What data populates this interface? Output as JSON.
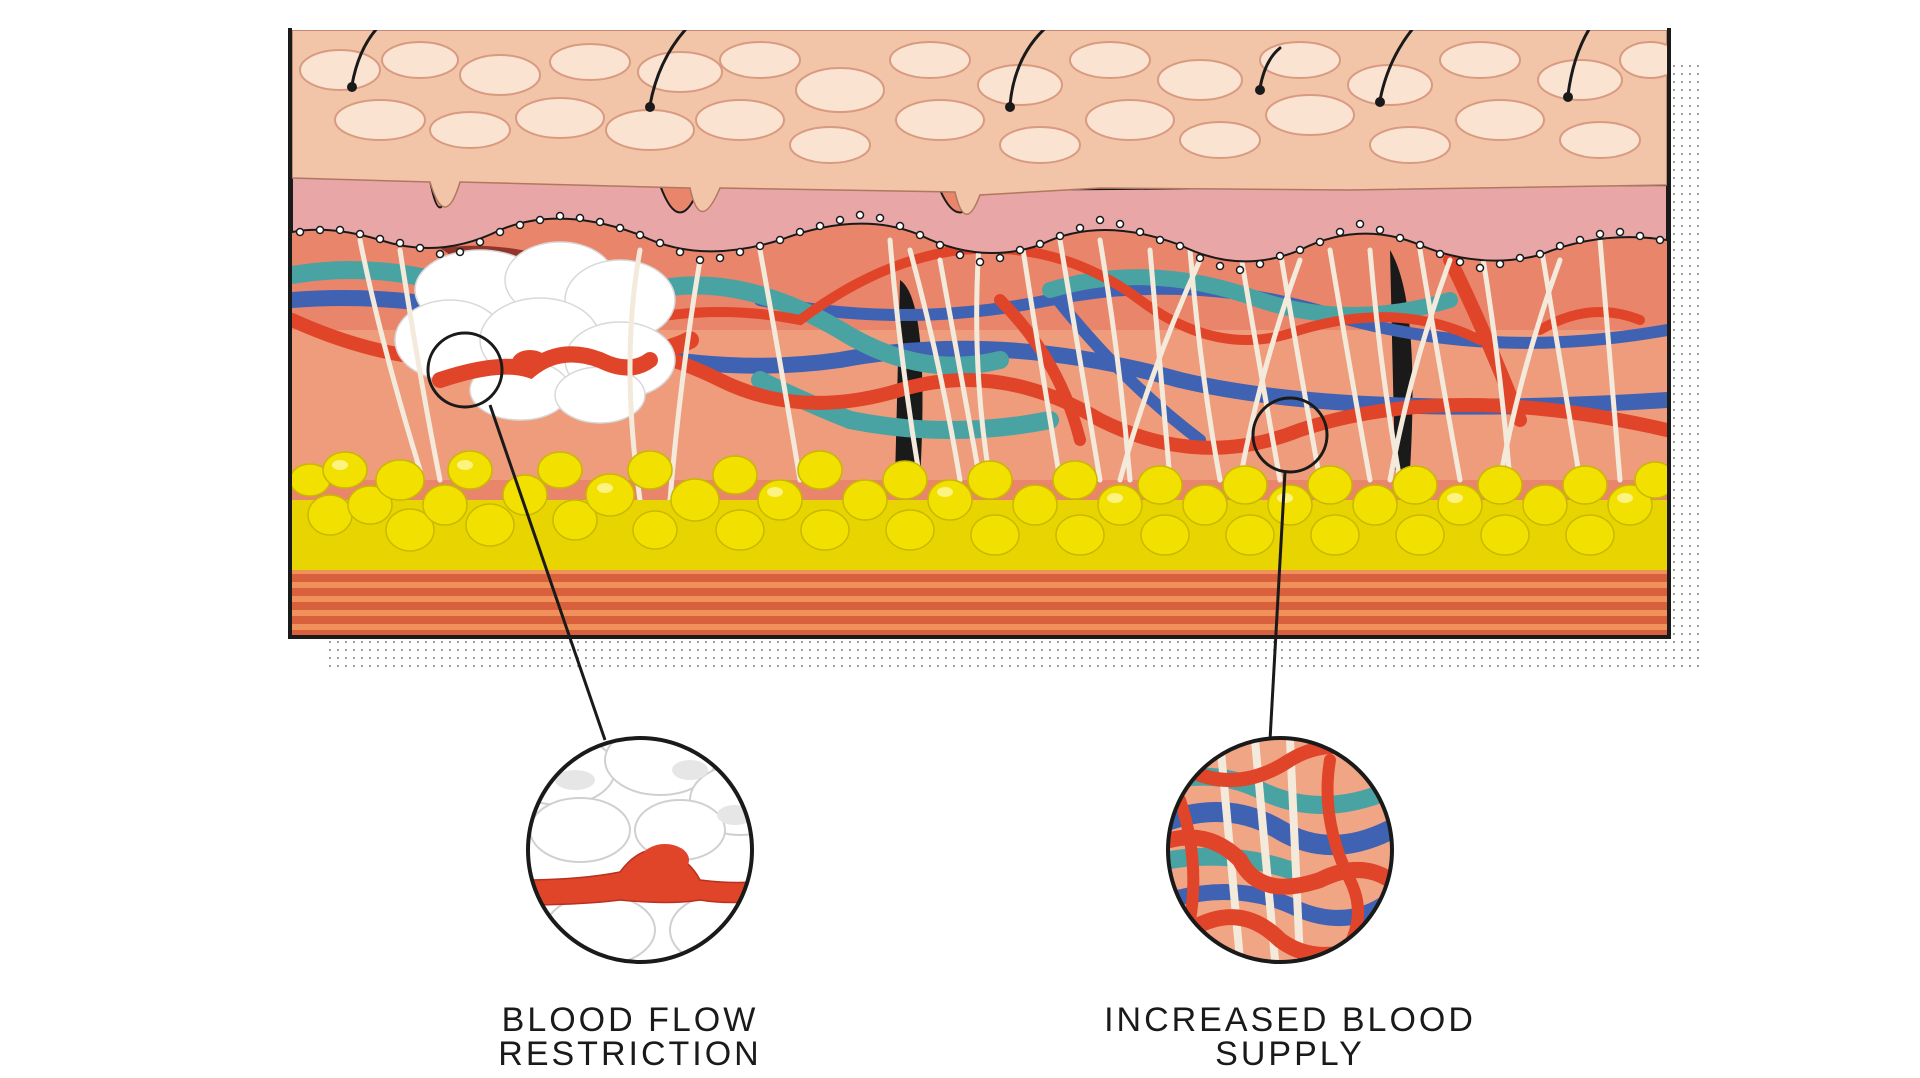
{
  "figure": {
    "callouts": [
      {
        "id": "left",
        "line1": "BLOOD FLOW",
        "line2": "RESTRICTION"
      },
      {
        "id": "right",
        "line1": "INCREASED BLOOD",
        "line2": "SUPPLY"
      }
    ]
  },
  "colors": {
    "epidermis": "#f2c4a8",
    "epidermis_highlight": "#fbe3d2",
    "basal_layer": "#e8a6a6",
    "dermis": "#e9856a",
    "artery": "#e0452a",
    "vein_blue": "#3f62b3",
    "vein_teal": "#4aa3a3",
    "nerve_fiber": "#f3eadb",
    "fat": "#f2e000",
    "fat_highlight": "#fff7a0",
    "muscle": "#d8603c",
    "muscle_stripe": "#f0905a",
    "scar_tissue": "#ffffff",
    "outline": "#1a1a1a",
    "hair": "#1a1a1a"
  }
}
